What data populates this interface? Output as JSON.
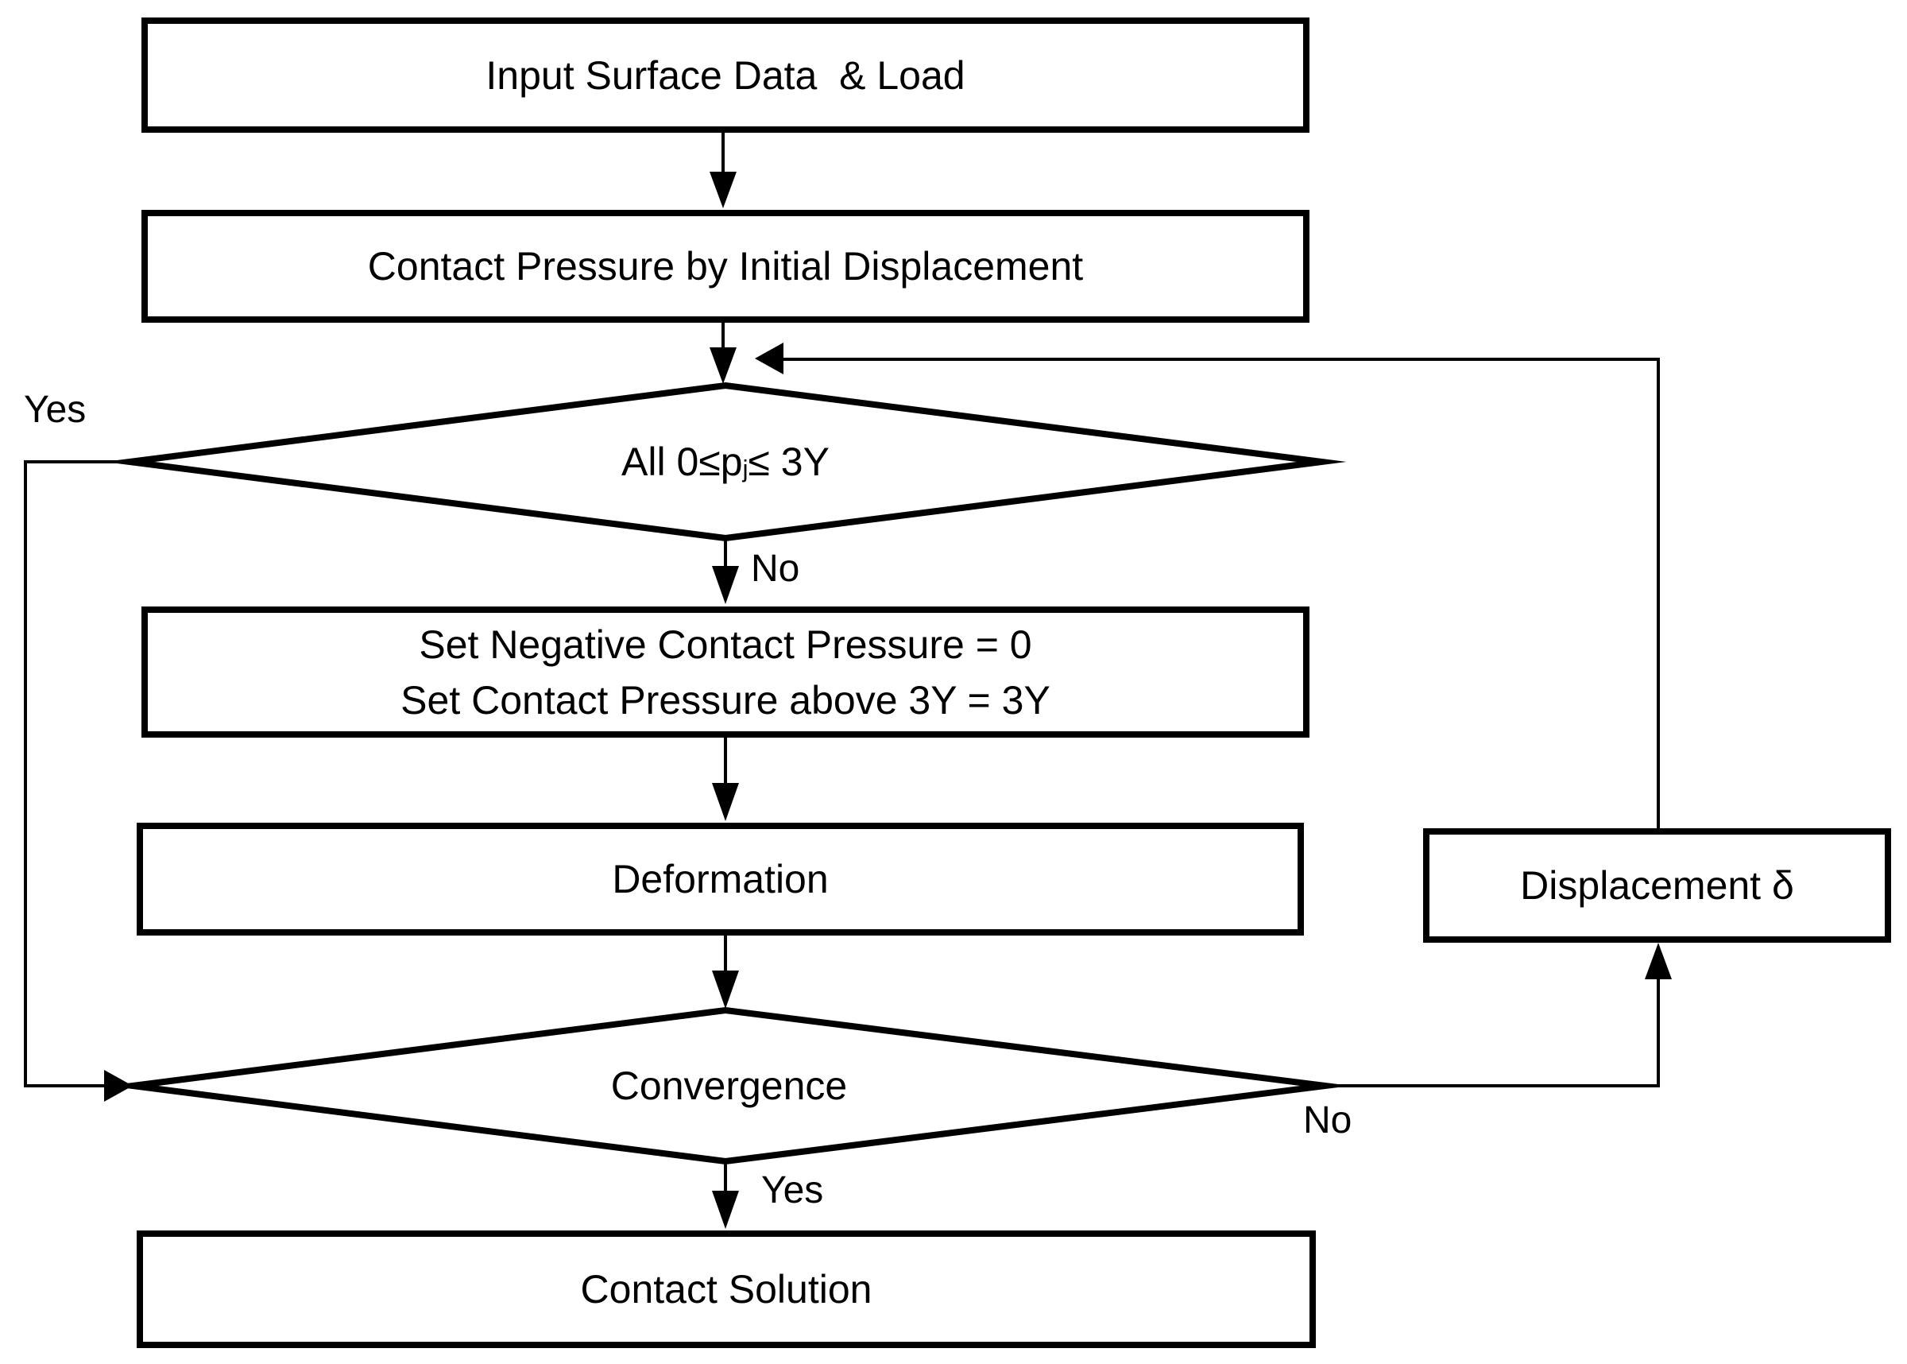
{
  "flowchart": {
    "colors": {
      "line": "#000000",
      "background": "#ffffff",
      "text": "#000000"
    },
    "nodes": {
      "input": {
        "label": "Input Surface Data  & Load"
      },
      "pressure": {
        "label": "Contact Pressure by Initial Displacement"
      },
      "clamp": {
        "lines": [
          "Set Negative Contact Pressure = 0",
          "Set Contact Pressure above 3Y = 3Y"
        ]
      },
      "deformation": {
        "label": "Deformation"
      },
      "displacement": {
        "label": "Displacement δ"
      },
      "solution": {
        "label": "Contact Solution"
      }
    },
    "decisions": {
      "pressure_check": {
        "prefix": "All 0≤p",
        "sub": "j",
        "suffix": "≤ 3Y"
      },
      "convergence": {
        "label": "Convergence"
      }
    },
    "edge_labels": {
      "pressure_check_yes": "Yes",
      "pressure_check_no": "No",
      "convergence_no": "No",
      "convergence_yes": "Yes"
    }
  }
}
